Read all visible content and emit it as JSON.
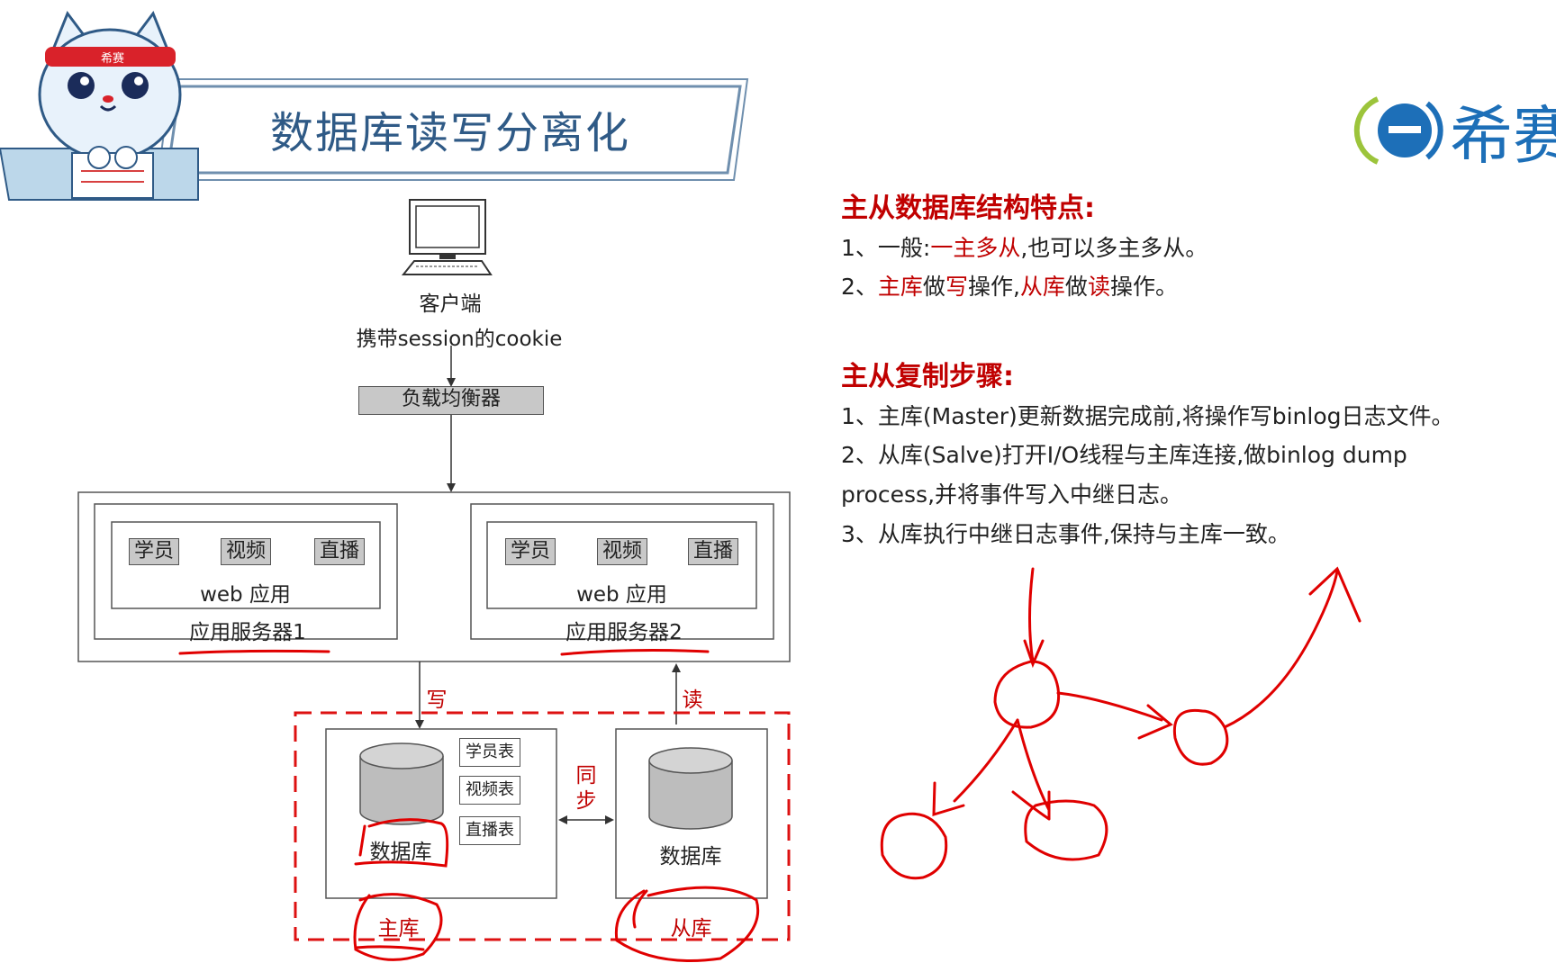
{
  "header": {
    "title": "数据库读写分离化",
    "brand_name": "希赛",
    "mascot_band_text": "希赛"
  },
  "diagram": {
    "client_label": "客户端",
    "cookie_label": "携带session的cookie",
    "load_balancer": "负载均衡器",
    "servers": [
      {
        "name": "应用服务器1",
        "app": "web 应用",
        "modules": [
          "学员",
          "视频",
          "直播"
        ]
      },
      {
        "name": "应用服务器2",
        "app": "web 应用",
        "modules": [
          "学员",
          "视频",
          "直播"
        ]
      }
    ],
    "write_label": "写",
    "read_label": "读",
    "sync_label": "同步",
    "master": {
      "db_label": "数据库",
      "tables": [
        "学员表",
        "视频表",
        "直播表"
      ],
      "role_label": "主库"
    },
    "slave": {
      "db_label": "数据库",
      "role_label": "从库"
    }
  },
  "notes": {
    "features_heading": "主从数据库结构特点:",
    "features": {
      "l1_prefix": "1、一般:",
      "l1_red": "一主多从",
      "l1_suffix": ",也可以多主多从。",
      "l2_num": "2、",
      "l2_a": "主库",
      "l2_b": "做",
      "l2_c": "写",
      "l2_d": "操作,",
      "l2_e": "从库",
      "l2_f": "做",
      "l2_g": "读",
      "l2_h": "操作。"
    },
    "steps_heading": "主从复制步骤:",
    "steps": [
      "1、主库(Master)更新数据完成前,将操作写binlog日志文件。",
      "2、从库(Salve)打开I/O线程与主库连接,做binlog dump",
      "process,并将事件写入中继日志。",
      "3、从库执行中继日志事件,保持与主库一致。"
    ]
  },
  "colors": {
    "title": "#2f5a86",
    "brand": "#1d6fb8",
    "accent_red": "#c00000",
    "annotation_red": "#e00000"
  }
}
